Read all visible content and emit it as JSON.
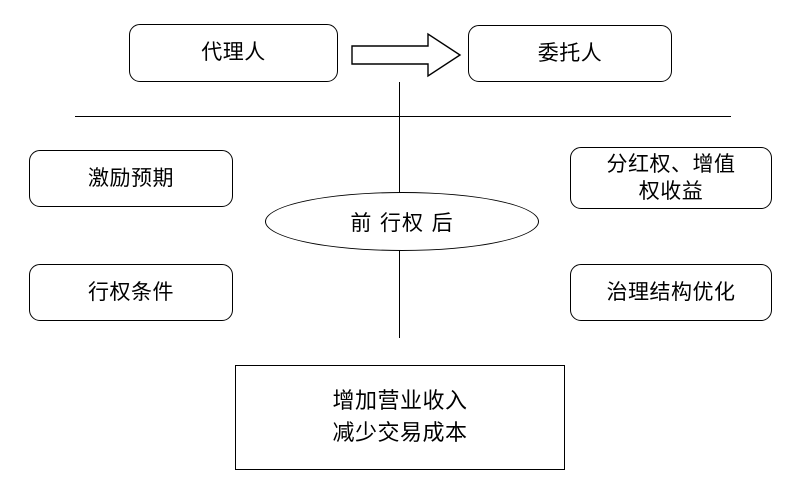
{
  "diagram": {
    "title_text_present": false,
    "background_color": "#ffffff",
    "stroke_color": "#000000",
    "nodes": {
      "agent": {
        "label": "代理人",
        "shape": "rounded-rectangle"
      },
      "principal": {
        "label": "委托人",
        "shape": "rounded-rectangle"
      },
      "incentive_expectation": {
        "label": "激励预期",
        "shape": "rounded-rectangle"
      },
      "exercise_condition": {
        "label": "行权条件",
        "shape": "rounded-rectangle"
      },
      "dividend_appreciation": {
        "label": "分红权、增值\n权收益",
        "shape": "rounded-rectangle"
      },
      "governance_structure": {
        "label": "治理结构优化",
        "shape": "rounded-rectangle"
      },
      "phase_axis": {
        "label": "前  行权   后",
        "shape": "ellipse"
      },
      "outcome": {
        "label": "增加营业收入\n减少交易成本",
        "shape": "rectangle"
      }
    },
    "connectors": {
      "agent_to_principal": {
        "type": "block-arrow",
        "direction": "right"
      },
      "divider_horizontal": {
        "type": "line",
        "orientation": "horizontal"
      },
      "axis_vertical_upper": {
        "type": "line",
        "orientation": "vertical"
      },
      "axis_vertical_lower": {
        "type": "line",
        "orientation": "vertical"
      }
    }
  }
}
